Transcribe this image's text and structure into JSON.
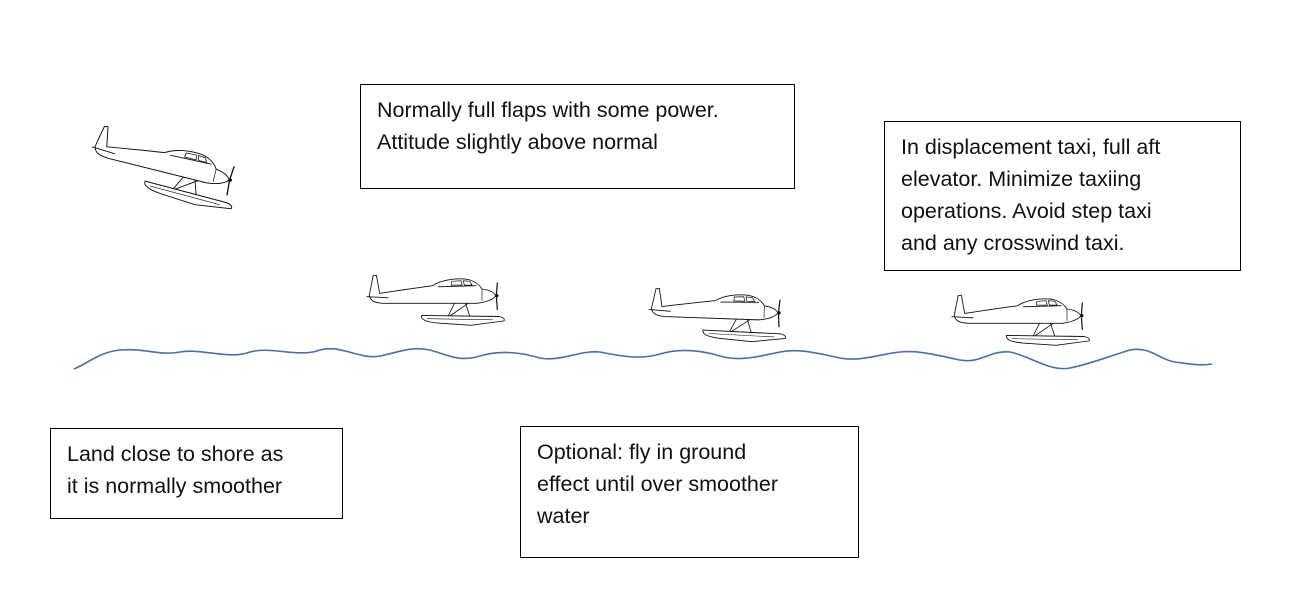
{
  "notes": {
    "flaps": "Normally full flaps with some power.\nAttitude slightly above normal",
    "displacement": "In displacement taxi, full aft\nelevator.  Minimize taxiing\noperations.  Avoid step taxi\nand any crosswind taxi.",
    "shore": "Land close to shore as\nit is normally smoother",
    "ground_effect": "Optional:  fly in ground\neffect until over smoother\nwater"
  },
  "colors": {
    "water": "#4a6fa5",
    "line": "#111111"
  },
  "icons": [
    "seaplane-icon",
    "water-line"
  ]
}
